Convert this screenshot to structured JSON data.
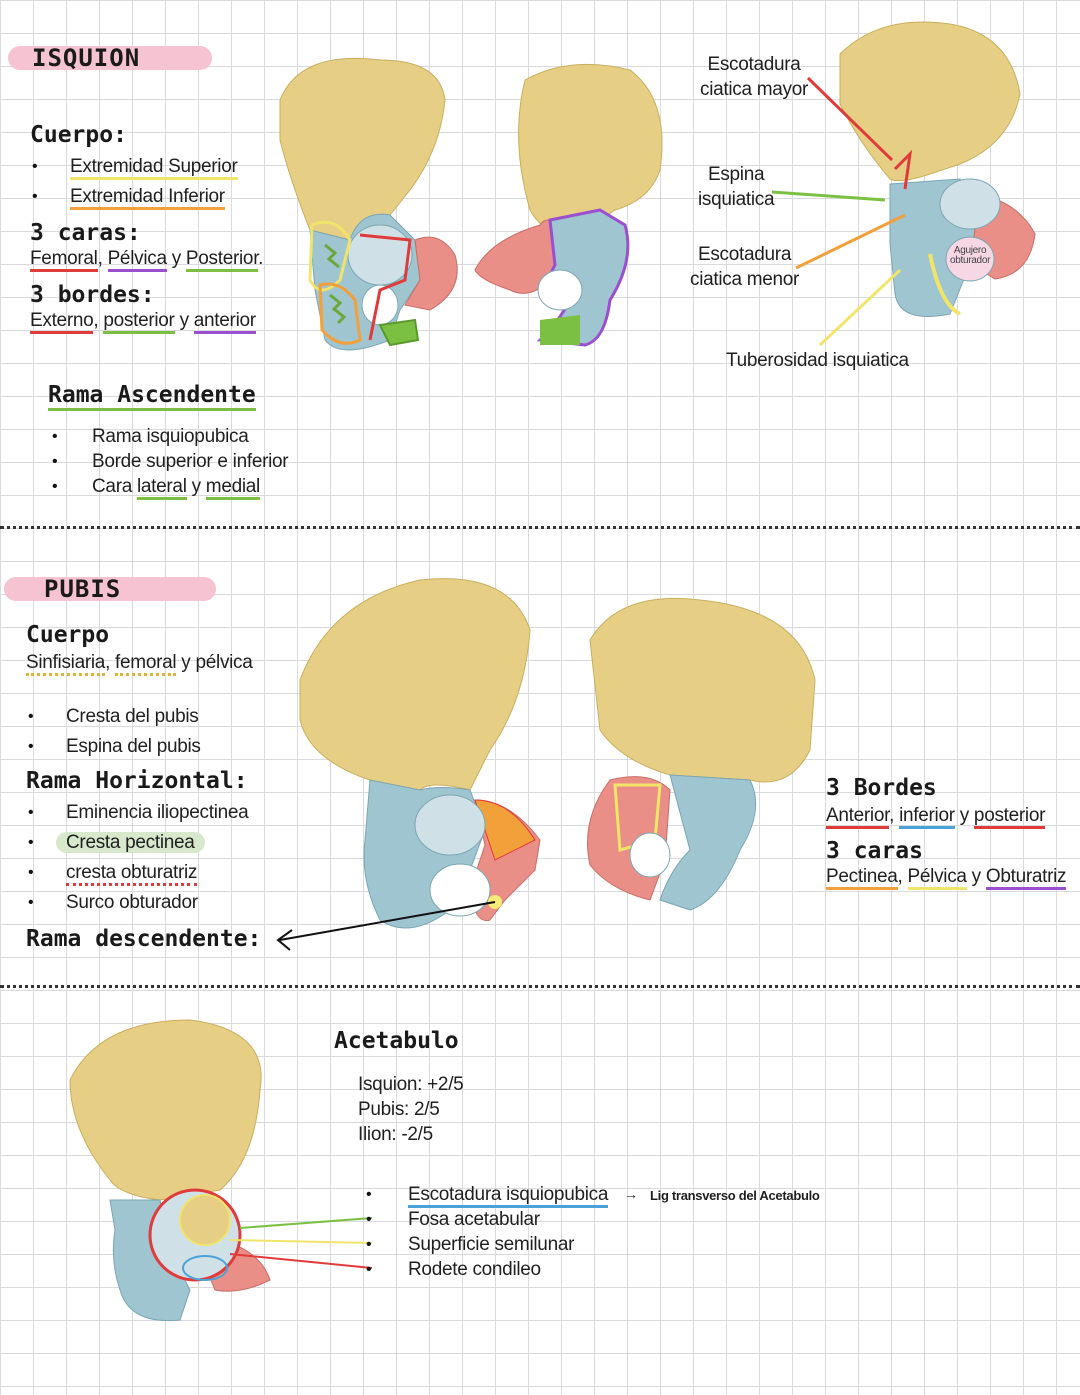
{
  "isquion": {
    "title": "ISQUION",
    "cuerpo_heading": "Cuerpo:",
    "cuerpo_items": [
      "Extremidad Superior",
      "Extremidad Inferior"
    ],
    "caras_heading": "3 caras:",
    "caras_words": [
      "Femoral",
      "Pélvica",
      "Posterior"
    ],
    "caras_sep1": ", ",
    "caras_sep2": " y ",
    "caras_end": ".",
    "bordes_heading": "3 bordes:",
    "bordes_words": [
      "Externo",
      "posterior",
      "anterior"
    ],
    "bordes_sep1": ", ",
    "bordes_sep2": " y ",
    "rama_heading": "Rama Ascendente",
    "rama_items": [
      "Rama isquiopubica",
      "Borde superior e inferior"
    ],
    "rama_item3_pre": "Cara ",
    "rama_item3_lateral": "lateral",
    "rama_item3_y": " y ",
    "rama_item3_medial": "medial",
    "labels": {
      "escotadura_mayor": "Escotadura\nciatica mayor",
      "espina": "Espina\nisquiatica",
      "escotadura_menor": "Escotadura\nciatica menor",
      "agujero": "Agujero\nobturador",
      "tuberosidad": "Tuberosidad isquiatica"
    }
  },
  "pubis": {
    "title": "PUBIS",
    "cuerpo_heading": "Cuerpo",
    "cuerpo_words": [
      "Sinfisiaria",
      "femoral",
      "pélvica"
    ],
    "cuerpo_sep1": ", ",
    "cuerpo_sep2": " y ",
    "cuerpo_items": [
      "Cresta del pubis",
      "Espina del pubis"
    ],
    "rama_h_heading": "Rama Horizontal:",
    "rama_h_items": [
      "Eminencia iliopectinea",
      "Cresta pectinea",
      "cresta obturatriz",
      "Surco obturador"
    ],
    "rama_d_heading": "Rama descendente:",
    "bordes_heading": "3 Bordes",
    "bordes_words": [
      "Anterior",
      "inferior",
      "posterior"
    ],
    "bordes_sep1": ", ",
    "bordes_sep2": " y ",
    "caras_heading": "3 caras",
    "caras_words": [
      "Pectinea",
      "Pélvica",
      "Obturatriz"
    ],
    "caras_sep1": ", ",
    "caras_sep2": " y "
  },
  "acetabulo": {
    "heading": "Acetabulo",
    "composition": [
      "Isquion: +2/5",
      "Pubis: 2/5",
      "Ilion: -2/5"
    ],
    "items": [
      "Escotadura isquiopubica",
      "Fosa acetabular",
      "Superficie semilunar",
      "Rodete condileo"
    ],
    "ligament_arrow": "→",
    "ligament": "Lig transverso del Acetabulo"
  },
  "colors": {
    "bone_ilion": "#e6cf85",
    "bone_isquion": "#9fc5d0",
    "bone_pubis": "#e98f87",
    "pill": "#f6c3d3",
    "grid": "#d9d9de"
  }
}
